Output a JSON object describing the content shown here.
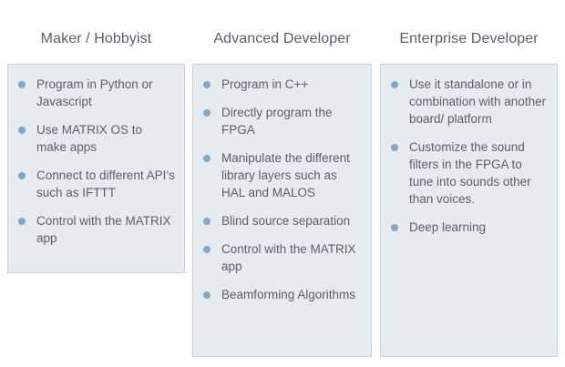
{
  "colors": {
    "page_background": "#ffffff",
    "panel_fill": "#e6ebef",
    "panel_border": "#c3d6e3",
    "bullet": "#81a8c6",
    "heading_text": "#5a5f66",
    "body_text": "#5c6168"
  },
  "columns": [
    {
      "heading": "Maker / Hobbyist",
      "items": [
        "Program in Python or Javascript",
        "Use MATRIX OS to make apps",
        "Connect to different API’s such as IFTTT",
        "Control with the MATRIX app"
      ]
    },
    {
      "heading": "Advanced Developer",
      "items": [
        "Program in C++",
        "Directly program the FPGA",
        "Manipulate the different library layers such as HAL and MALOS",
        "Blind source separation",
        "Control with the MATRIX app",
        "Beamforming Algorithms"
      ]
    },
    {
      "heading": "Enterprise Developer",
      "items": [
        "Use it standalone or in combination with another board/ platform",
        "Customize the sound filters in the FPGA to tune into sounds other than voices.",
        "Deep learning"
      ]
    }
  ]
}
